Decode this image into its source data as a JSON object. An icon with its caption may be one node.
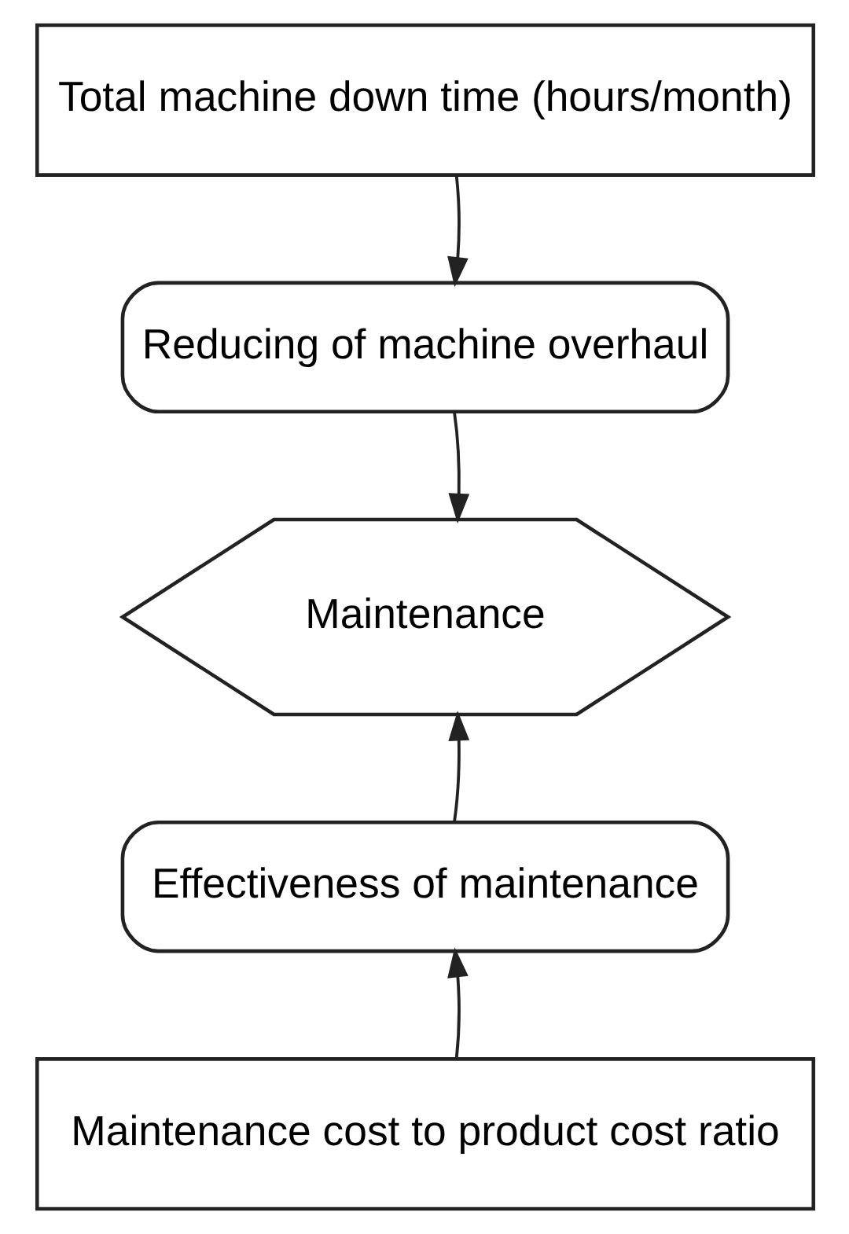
{
  "diagram": {
    "nodes": [
      {
        "text": [
          "Total machine down time (hours/month)"
        ]
      },
      {
        "text": [
          "Reducing of machine overhaul"
        ]
      },
      {
        "text": [
          "Maintenance"
        ]
      },
      {
        "text": [
          "Effectiveness of maintenance"
        ]
      },
      {
        "text": [
          "Maintenance cost to product cost ratio"
        ]
      }
    ],
    "edges": [
      {
        "from": 0,
        "to": 1,
        "arrow": "to"
      },
      {
        "from": 1,
        "to": 2,
        "arrow": "to"
      },
      {
        "from": 3,
        "to": 2,
        "arrow": "to"
      },
      {
        "from": 4,
        "to": 3,
        "arrow": "to"
      }
    ]
  }
}
